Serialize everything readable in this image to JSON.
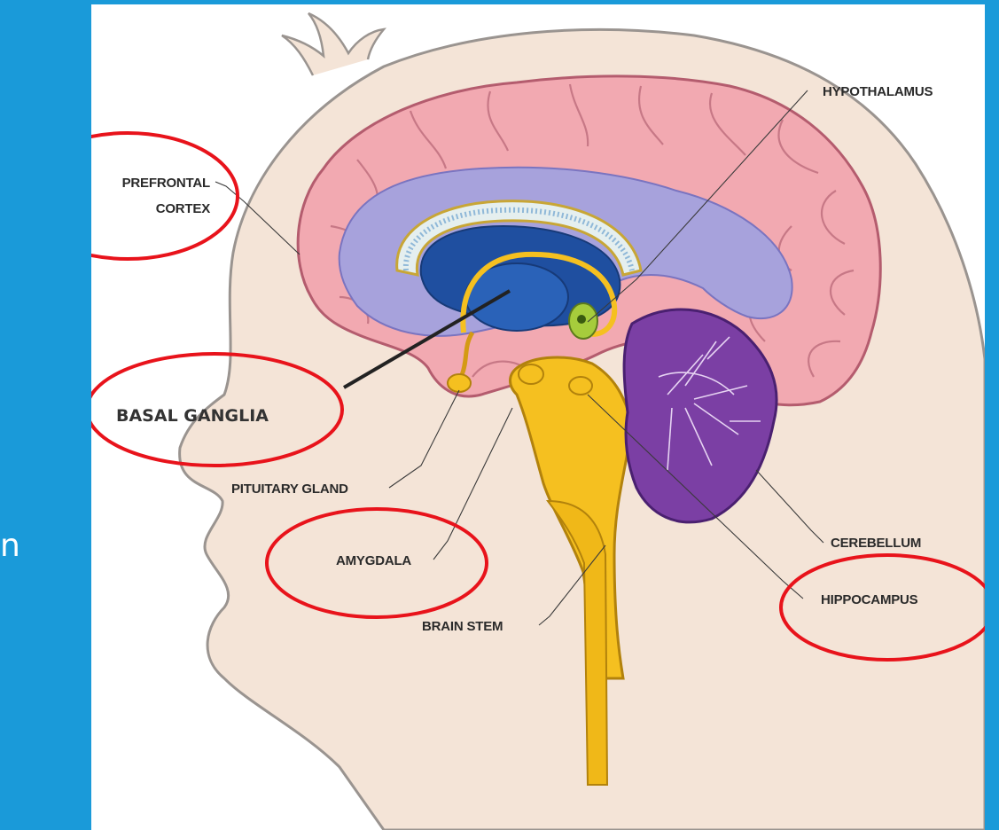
{
  "slide": {
    "side_text": "n"
  },
  "diagram": {
    "labels": {
      "prefrontal_line1": "PREFRONTAL",
      "prefrontal_line2": "CORTEX",
      "hypothalamus": "HYPOTHALAMUS",
      "basal_ganglia": "BASAL GANGLIA",
      "pituitary": "PITUITARY GLAND",
      "amygdala": "AMYGDALA",
      "brain_stem": "BRAIN STEM",
      "cerebellum": "CEREBELLUM",
      "hippocampus": "HIPPOCAMPUS"
    },
    "colors": {
      "background": "#1a9ad9",
      "head": "#f4e4d7",
      "cortex": "#f2a9b1",
      "ventricle_region": "#a7a2dc",
      "inner_blue": "#1f4fa0",
      "brain_stem": "#f5c020",
      "cerebellum": "#7b3fa4",
      "hypothalamus": "#a6cc3c",
      "highlight_ring": "#e8131b"
    }
  }
}
